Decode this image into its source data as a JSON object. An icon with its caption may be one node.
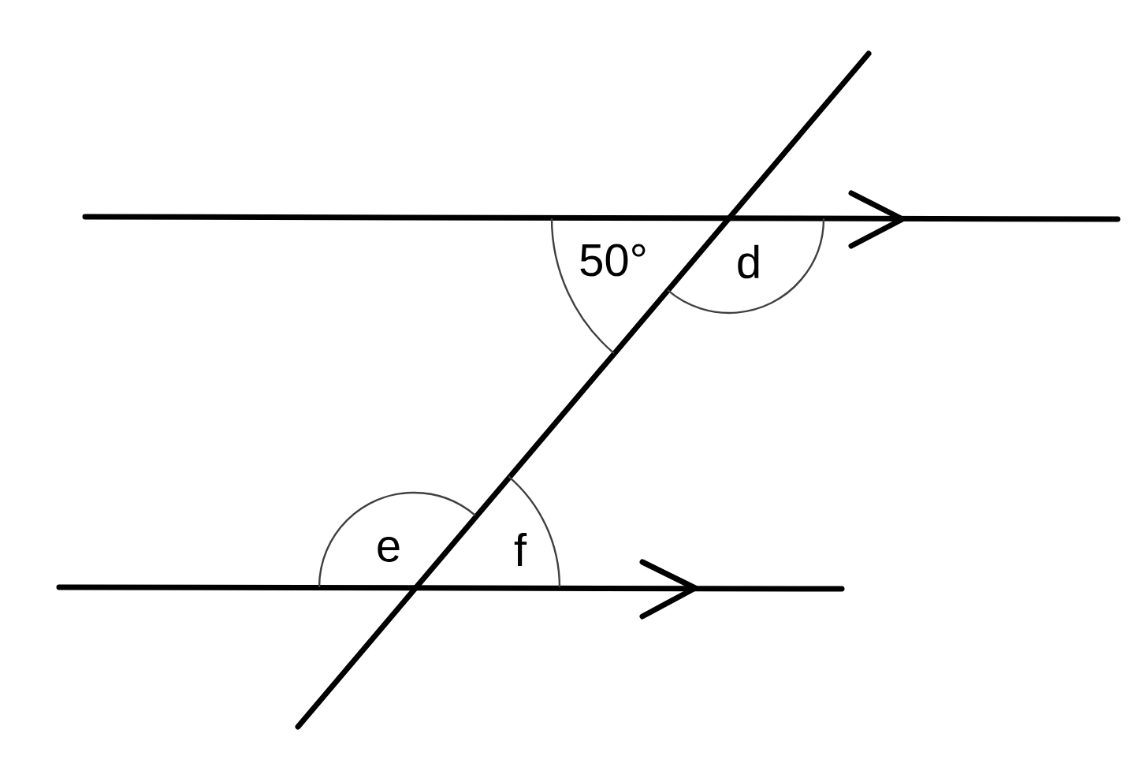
{
  "diagram": {
    "labels": [
      "50°",
      "d",
      "e",
      "f"
    ]
  }
}
